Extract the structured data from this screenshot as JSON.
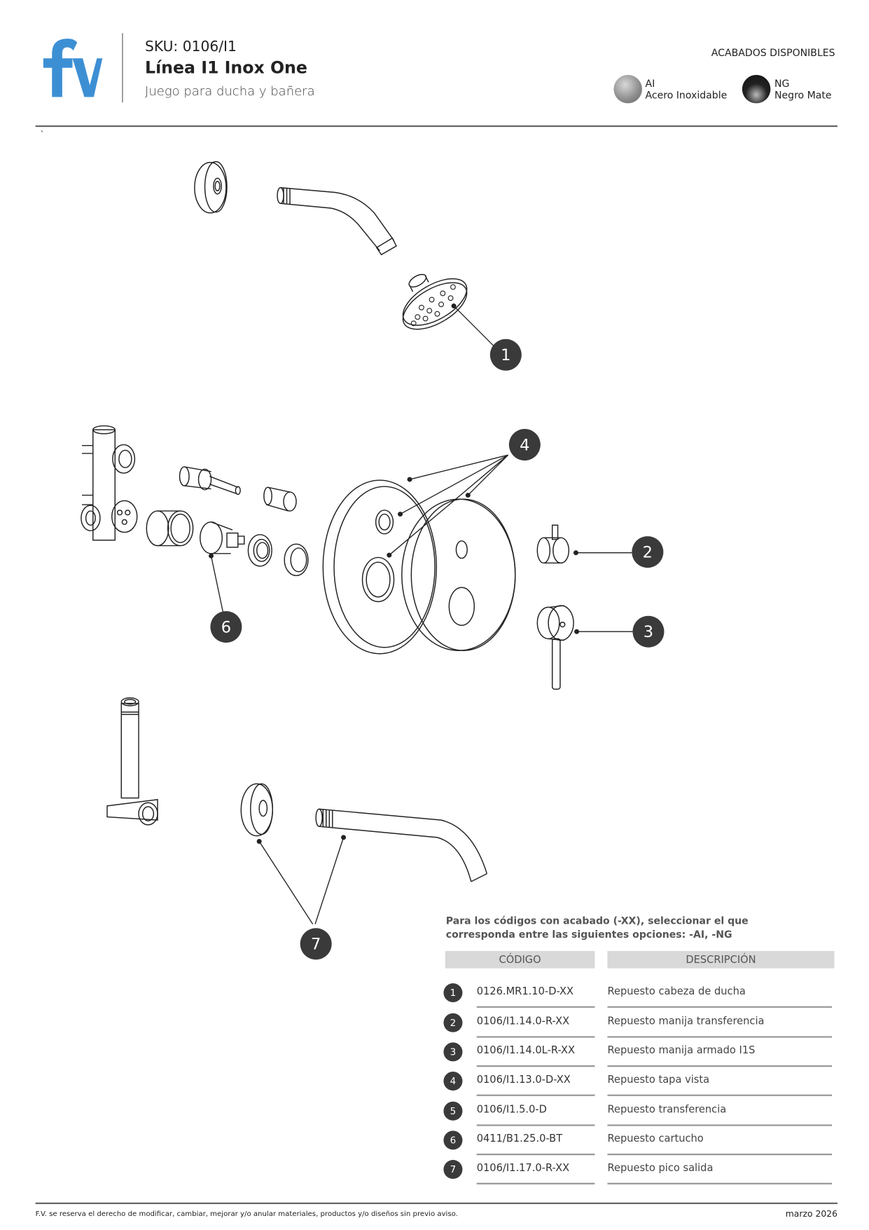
{
  "header": {
    "logo_text": "fv",
    "brand_color": "#3d8fd4",
    "sku": "SKU: 0106/I1",
    "title": "Línea I1 Inox One",
    "subtitle": "Juego para ducha y bañera",
    "finishes_label": "ACABADOS DISPONIBLES",
    "finishes": [
      {
        "code": "AI",
        "name": "Acero Inoxidable",
        "color": "#9a9a9a"
      },
      {
        "code": "NG",
        "name": "Negro Mate",
        "color": "#1e1e1e"
      }
    ]
  },
  "stray_mark": "`",
  "callouts": [
    "1",
    "4",
    "2",
    "3",
    "6",
    "7"
  ],
  "table": {
    "note_line1": "Para los códigos con acabado (-XX), seleccionar el que",
    "note_line2": "corresponda entre las siguientes opciones: -AI, -NG",
    "col_code": "CÓDIGO",
    "col_desc": "DESCRIPCIÓN",
    "rows": [
      {
        "num": "1",
        "code": "0126.MR1.10-D-XX",
        "desc": "Repuesto cabeza de ducha"
      },
      {
        "num": "2",
        "code": "0106/I1.14.0-R-XX",
        "desc": "Repuesto manija transferencia"
      },
      {
        "num": "3",
        "code": "0106/I1.14.0L-R-XX",
        "desc": "Repuesto manija armado I1S"
      },
      {
        "num": "4",
        "code": "0106/I1.13.0-D-XX",
        "desc": "Repuesto tapa vista"
      },
      {
        "num": "5",
        "code": "0106/I1.5.0-D",
        "desc": "Repuesto transferencia"
      },
      {
        "num": "6",
        "code": "0411/B1.25.0-BT",
        "desc": "Repuesto cartucho"
      },
      {
        "num": "7",
        "code": "0106/I1.17.0-R-XX",
        "desc": "Repuesto pico salida"
      }
    ]
  },
  "footer": {
    "disclaimer": "F.V. se reserva el derecho de modificar, cambiar, mejorar y/o anular materiales, productos y/o diseños sin previo aviso.",
    "date": "marzo 2026"
  }
}
